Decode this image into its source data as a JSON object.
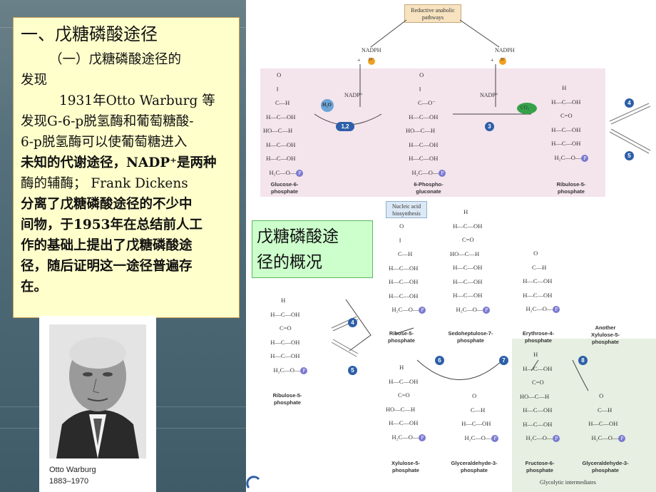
{
  "slide": {
    "title": "一、戊糖磷酸途径",
    "subtitle_a": "（一）戊糖磷酸途径的",
    "subtitle_b": "发现",
    "line1": "1931年Otto Warburg 等",
    "line2": "发现G-6-p脱氢酶和葡萄糖酸-",
    "line3": "6-p脱氢酶可以使葡萄糖进入",
    "line4": "未知的代谢途径，NADP⁺是两种",
    "line5": "酶的辅酶； Frank Dickens",
    "line6": "分离了戊糖磷酸途径的不少中",
    "line7": "间物，于1953年在总结前人工",
    "line8": "作的基础上提出了戊糖磷酸途",
    "line9": "径，随后证明这一途径普遍存",
    "line10": "在。"
  },
  "photo": {
    "name": "Otto Warburg",
    "years": "1883–1970"
  },
  "overview_label": {
    "line1": "戊糖磷酸途",
    "line2": "径的概况"
  },
  "diagram": {
    "reductive": "Reductive anabolic pathways",
    "nadph": "NADPH",
    "plus": "+",
    "hplus": "H⁺",
    "nadp": "NADP⁺",
    "h2o": "H₂O",
    "co2": "CO₂",
    "nucleic": "Nucleic acid biosynthesis",
    "glycolytic": "Glycolytic intermediates",
    "another": "Another Xylulose-5-phosphate",
    "step12": "1,2",
    "step3": "3",
    "step4": "4",
    "step5": "5",
    "step6": "6",
    "step7": "7",
    "step8": "8",
    "names": {
      "g6p": "Glucose-6-phosphate",
      "pg6": "6-Phospho-gluconate",
      "ru5p_top": "Ribulose-5-phosphate",
      "ru5p_left": "Ribulose-5-phosphate",
      "r5p": "Ribose-5-phosphate",
      "s7p": "Sedoheptulose-7-phosphate",
      "e4p": "Erythrose-4-phosphate",
      "x5p": "Xylulose-5-phosphate",
      "gap1": "Glyceraldehyde-3-phosphate",
      "f6p": "Fructose-6-phosphate",
      "gap2": "Glyceraldehyde-3-phosphate"
    }
  },
  "colors": {
    "slide_box": "#ffffcc",
    "overview_box": "#ccffcc",
    "band": "#f4e4ec",
    "step_circle": "#2d5fa8"
  }
}
